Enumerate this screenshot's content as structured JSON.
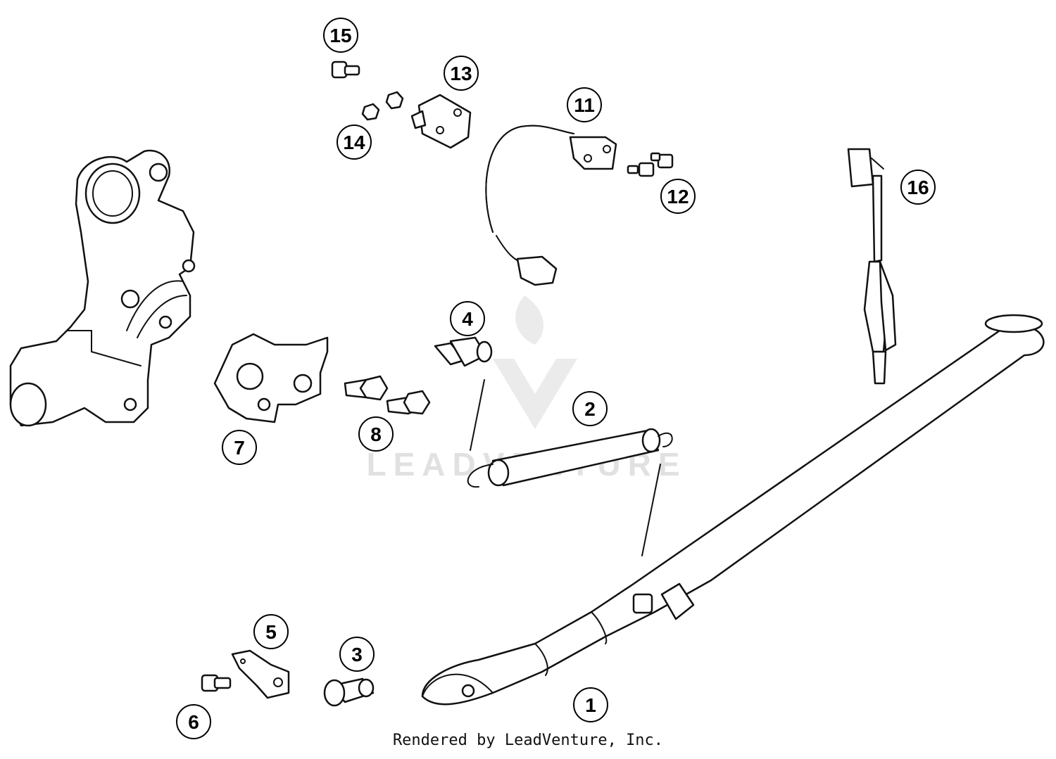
{
  "diagram": {
    "callouts": [
      {
        "id": "1",
        "label": "1"
      },
      {
        "id": "2",
        "label": "2"
      },
      {
        "id": "3",
        "label": "3"
      },
      {
        "id": "4",
        "label": "4"
      },
      {
        "id": "5",
        "label": "5"
      },
      {
        "id": "6",
        "label": "6"
      },
      {
        "id": "7",
        "label": "7"
      },
      {
        "id": "8",
        "label": "8"
      },
      {
        "id": "11",
        "label": "11"
      },
      {
        "id": "12",
        "label": "12"
      },
      {
        "id": "13",
        "label": "13"
      },
      {
        "id": "14",
        "label": "14"
      },
      {
        "id": "15",
        "label": "15"
      },
      {
        "id": "16",
        "label": "16"
      }
    ],
    "watermark": "LEADVENTURE",
    "credit": "Rendered by LeadVenture, Inc."
  }
}
